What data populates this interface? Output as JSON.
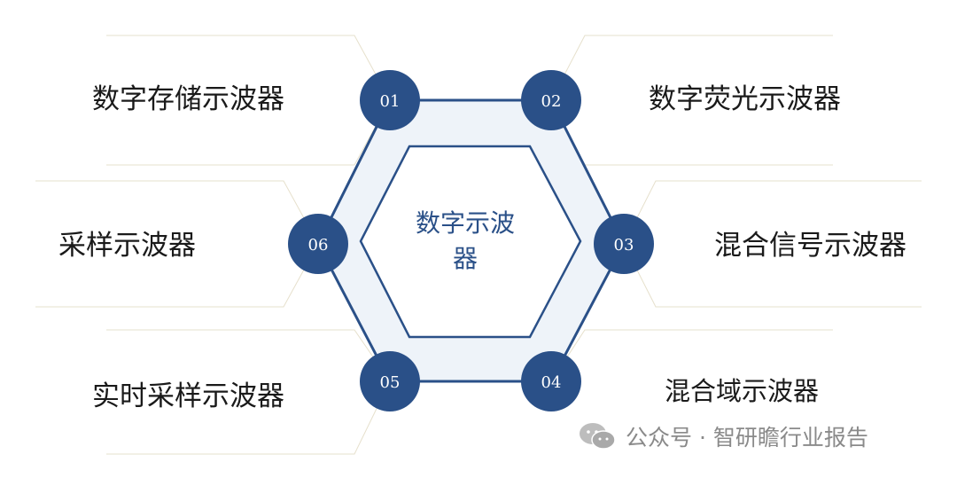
{
  "center": {
    "title": "数字示波器"
  },
  "nodes": [
    {
      "number": "01",
      "label": "数字存储示波器"
    },
    {
      "number": "02",
      "label": "数字荧光示波器"
    },
    {
      "number": "03",
      "label": "混合信号示波器"
    },
    {
      "number": "04",
      "label": "混合域示波器"
    },
    {
      "number": "05",
      "label": "实时采样示波器"
    },
    {
      "number": "06",
      "label": "采样示波器"
    }
  ],
  "watermark": {
    "text": "公众号 · 智研瞻行业报告",
    "icon": "wechat-icon"
  },
  "colors": {
    "node_fill": "#2a5088",
    "hex_outline": "#2a5088",
    "hex_fill": "#eef3f9",
    "text": "#1a1a1a",
    "watermark": "#8a8a8a"
  }
}
